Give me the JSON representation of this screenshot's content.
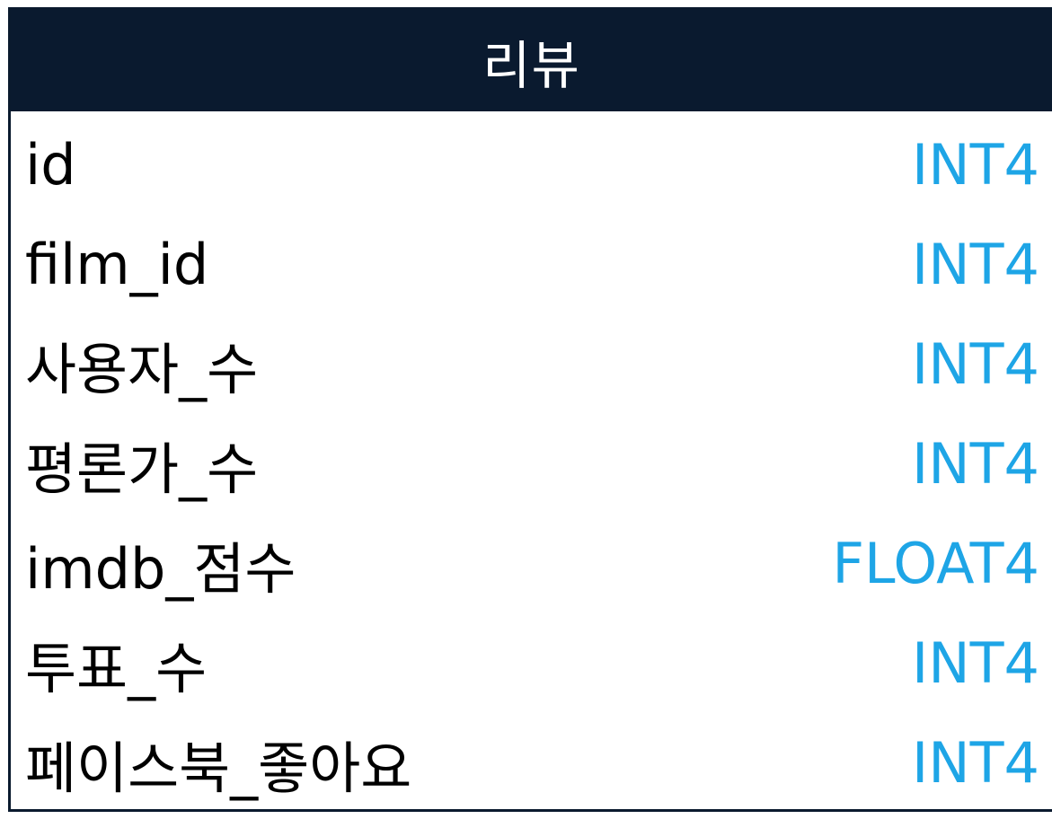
{
  "entity": {
    "title": "리뷰",
    "fields": [
      {
        "name": "id",
        "type": "INT4"
      },
      {
        "name": "film_id",
        "type": "INT4"
      },
      {
        "name": "사용자_수",
        "type": "INT4"
      },
      {
        "name": "평론가_수",
        "type": "INT4"
      },
      {
        "name": "imdb_점수",
        "type": "FLOAT4"
      },
      {
        "name": "투표_수",
        "type": "INT4"
      },
      {
        "name": "페이스북_좋아요",
        "type": "INT4"
      }
    ]
  },
  "colors": {
    "header_background": "#0a1a2f",
    "header_text": "#ffffff",
    "field_name_text": "#000000",
    "field_type_text": "#1ea5e6",
    "border": "#0a1a2e"
  }
}
